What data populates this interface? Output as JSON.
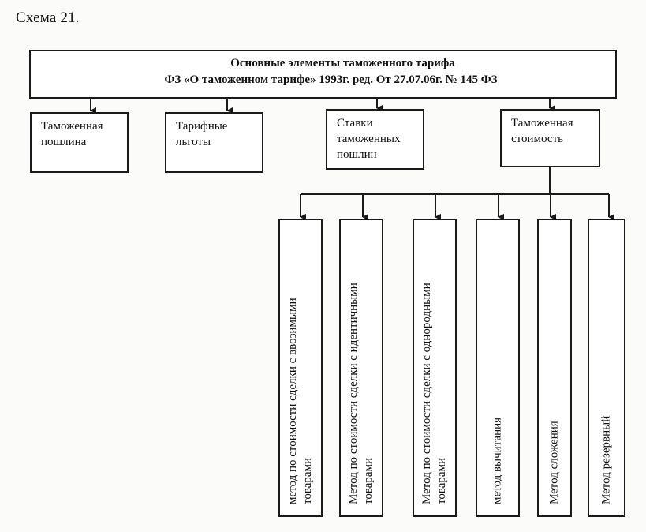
{
  "caption": "Схема 21.",
  "title": {
    "line1": "Основные элементы таможенного тарифа",
    "line2": "ФЗ «О таможенном тарифе» 1993г. ред. От 27.07.06г. № 145 ФЗ"
  },
  "elements": [
    "Таможенная\nпошлина",
    "Тарифные\nльготы",
    "Ставки\nтаможенных\nпошлин",
    "Таможенная\nстоимость"
  ],
  "methods": [
    "метод по стоимости сделки с ввозимыми\nтоварами",
    "Метод по стоимости сделки с идентичными\nтоварами",
    "Метод по стоимости сделки с однородными\nтоварами",
    "метод вычитания",
    "Метод сложения",
    "Метод резервный"
  ]
}
